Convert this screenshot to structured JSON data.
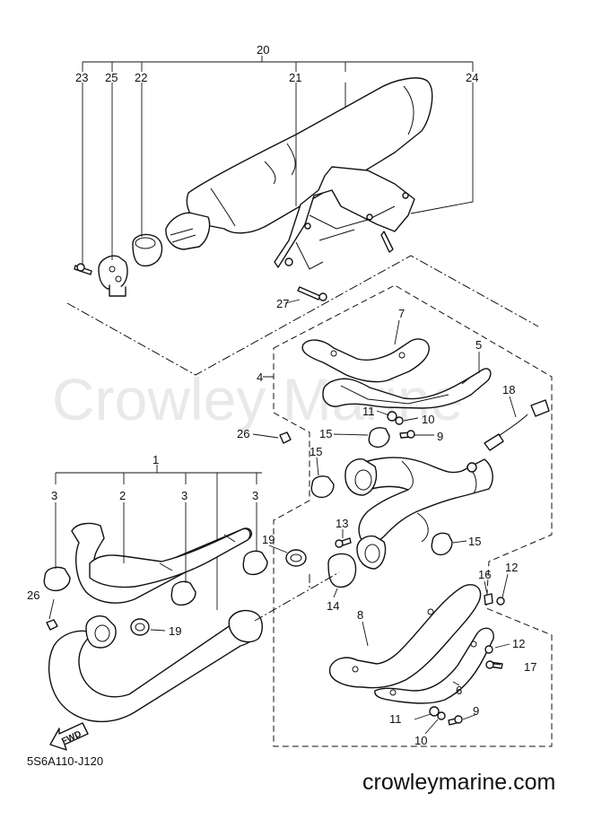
{
  "diagram": {
    "watermark": "Crowley Marine",
    "website": "crowleymarine.com",
    "diagram_code": "5S6A110-J120",
    "fwd_label": "FWD",
    "callouts": {
      "c1": "1",
      "c2": "2",
      "c3a": "3",
      "c3b": "3",
      "c3c": "3",
      "c4": "4",
      "c5": "5",
      "c6": "6",
      "c7": "7",
      "c8": "8",
      "c9a": "9",
      "c9b": "9",
      "c10a": "10",
      "c10b": "10",
      "c11a": "11",
      "c11b": "11",
      "c12a": "12",
      "c12b": "12",
      "c13": "13",
      "c14": "14",
      "c15a": "15",
      "c15b": "15",
      "c15c": "15",
      "c16": "16",
      "c17": "17",
      "c18": "18",
      "c19a": "19",
      "c19b": "19",
      "c20": "20",
      "c21": "21",
      "c22": "22",
      "c23": "23",
      "c24": "24",
      "c25": "25",
      "c26a": "26",
      "c26b": "26",
      "c27": "27"
    }
  }
}
